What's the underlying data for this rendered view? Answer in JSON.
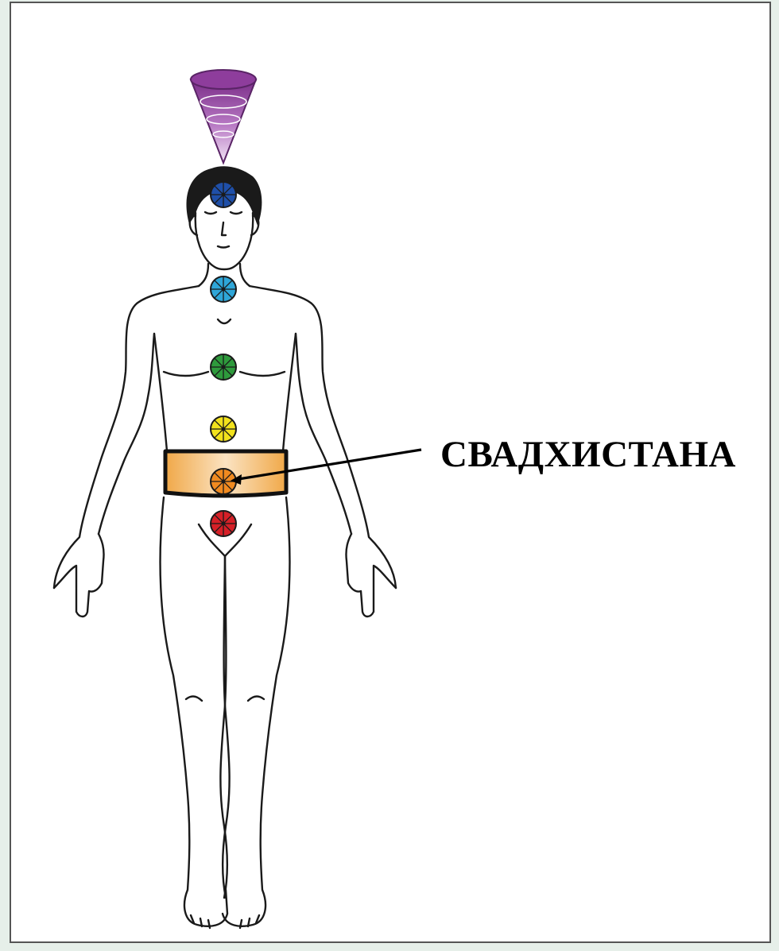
{
  "diagram": {
    "label": "СВАДХИСТАНА",
    "highlighted_chakra": "sacral",
    "chakras": [
      {
        "name": "crown",
        "color": "#9b3fa7"
      },
      {
        "name": "third-eye",
        "color": "#1f4fa8"
      },
      {
        "name": "throat",
        "color": "#2ea6d8"
      },
      {
        "name": "heart",
        "color": "#2e9a3c"
      },
      {
        "name": "solar-plexus",
        "color": "#f2e21c"
      },
      {
        "name": "sacral",
        "color": "#f08a20"
      },
      {
        "name": "root",
        "color": "#d62027"
      }
    ],
    "band_color": "#f0a040",
    "background": "#ffffff"
  }
}
